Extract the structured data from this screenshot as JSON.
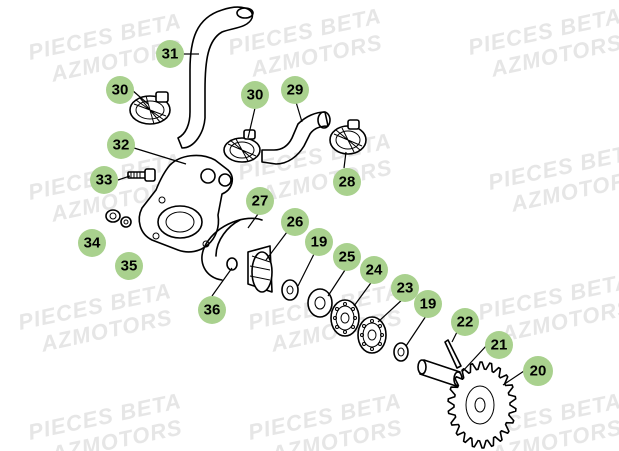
{
  "watermark": {
    "line1": "PIECES BETA",
    "line2": "AZMOTORS",
    "color": "#e6e6e6"
  },
  "callouts": {
    "badge_color": "#a9d18e",
    "labels": {
      "p31": "31",
      "p30a": "30",
      "p30b": "30",
      "p29": "29",
      "p32": "32",
      "p33": "33",
      "p28": "28",
      "p27": "27",
      "p26": "26",
      "p19a": "19",
      "p25": "25",
      "p24": "24",
      "p23": "23",
      "p19b": "19",
      "p22": "22",
      "p21": "21",
      "p20": "20",
      "p34": "34",
      "p35": "35",
      "p36": "36"
    }
  }
}
